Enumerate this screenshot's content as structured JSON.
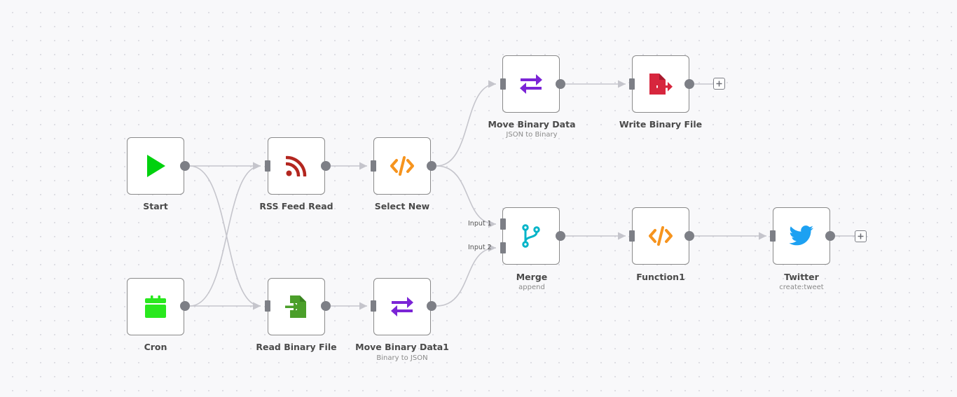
{
  "nodes": {
    "start": {
      "name": "Start",
      "icon": "play-icon",
      "color": "#00d10e"
    },
    "cron": {
      "name": "Cron",
      "icon": "calendar-icon",
      "color": "#29e81e"
    },
    "rss": {
      "name": "RSS Feed Read",
      "icon": "rss-icon",
      "color": "#b3261f"
    },
    "read_binary": {
      "name": "Read Binary File",
      "icon": "file-import-icon",
      "color": "#4b9f2a"
    },
    "select_new": {
      "name": "Select New",
      "icon": "code-icon",
      "color": "#f6941e"
    },
    "move_binary1": {
      "name": "Move Binary Data1",
      "subtitle": "Binary to JSON",
      "icon": "exchange-icon",
      "color": "#7b24d6"
    },
    "move_binary": {
      "name": "Move Binary Data",
      "subtitle": "JSON to Binary",
      "icon": "exchange-icon",
      "color": "#7b24d6"
    },
    "write_binary": {
      "name": "Write Binary File",
      "icon": "file-export-icon",
      "color": "#d7263d"
    },
    "merge": {
      "name": "Merge",
      "subtitle": "append",
      "icon": "code-branch-icon",
      "color": "#00b4c8",
      "input1": "Input 1",
      "input2": "Input 2"
    },
    "function1": {
      "name": "Function1",
      "icon": "code-icon",
      "color": "#f6941e"
    },
    "twitter": {
      "name": "Twitter",
      "subtitle": "create:tweet",
      "icon": "twitter-icon",
      "color": "#1da1f2"
    }
  },
  "add_buttons": [
    {
      "after": "Write Binary File",
      "icon": "plus-icon"
    },
    {
      "after": "Twitter",
      "icon": "plus-icon"
    }
  ],
  "colors": {
    "canvas_bg": "#f8f8fa",
    "edge": "#c5c5cc",
    "port": "#7d7f86",
    "node_border": "#8a8a8a"
  }
}
